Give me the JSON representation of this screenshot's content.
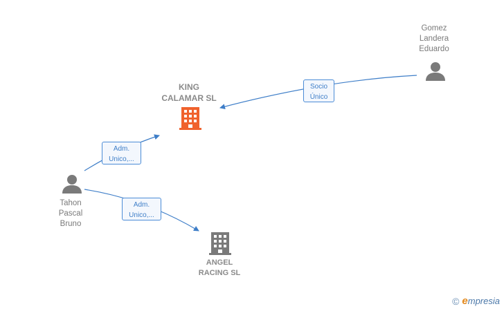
{
  "nodes": {
    "king": {
      "label": "KING\nCALAMAR  SL",
      "icon": "building-icon",
      "color": "#f0622d"
    },
    "angel": {
      "label": "ANGEL\nRACING SL",
      "icon": "building-icon",
      "color": "#7a7a7a"
    },
    "gomez": {
      "label": "Gomez\nLandera\nEduardo",
      "icon": "person-icon",
      "color": "#7a7a7a"
    },
    "tahon": {
      "label": "Tahon\nPascal\nBruno",
      "icon": "person-icon",
      "color": "#7a7a7a"
    }
  },
  "edges": {
    "gomez_king": {
      "label": "Socio\nÚnico"
    },
    "tahon_king": {
      "label": "Adm.\nUnico,..."
    },
    "tahon_angel": {
      "label": "Adm.\nUnico,..."
    }
  },
  "colors": {
    "edge": "#3e7ec8",
    "label_border": "#4a8bd6"
  },
  "brand": {
    "copyright": "©",
    "initial": "e",
    "name": "mpresia"
  }
}
